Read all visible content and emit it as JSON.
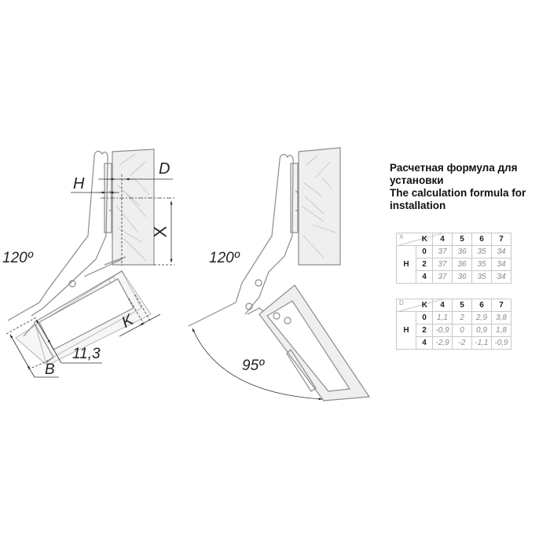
{
  "title": {
    "line1": "Расчетная формула для",
    "line2": "установки",
    "line3": "The calculation formula for",
    "line4": "installation"
  },
  "left_diagram": {
    "angle_label": "120º",
    "dim_H": "H",
    "dim_D": "D",
    "dim_X": "X",
    "dim_K": "K",
    "dim_B": "B",
    "dim_11_3": "11,3"
  },
  "right_diagram": {
    "angle_label": "120º",
    "opening_angle": "95º"
  },
  "table_x": {
    "corner_left": "X",
    "corner_right": "K",
    "row_header": "H",
    "k_values": [
      "4",
      "5",
      "6",
      "7"
    ],
    "rows": [
      {
        "h": "0",
        "values": [
          "37",
          "36",
          "35",
          "34"
        ]
      },
      {
        "h": "2",
        "values": [
          "37",
          "36",
          "35",
          "34"
        ]
      },
      {
        "h": "4",
        "values": [
          "37",
          "36",
          "35",
          "34"
        ]
      }
    ]
  },
  "table_d": {
    "corner_left": "D",
    "corner_right": "K",
    "row_header": "H",
    "k_values": [
      "4",
      "5",
      "6",
      "7"
    ],
    "rows": [
      {
        "h": "0",
        "values": [
          "1,1",
          "2",
          "2,9",
          "3,8"
        ]
      },
      {
        "h": "2",
        "values": [
          "-0,9",
          "0",
          "0,9",
          "1,8"
        ]
      },
      {
        "h": "4",
        "values": [
          "-2,9",
          "-2",
          "-1,1",
          "-0,9"
        ]
      }
    ]
  },
  "colors": {
    "line": "#8c8c8c",
    "wood_fill": "#eeeeee",
    "text": "#222222",
    "value_text": "#8a8a8a",
    "table_border": "#c8c8c8"
  }
}
